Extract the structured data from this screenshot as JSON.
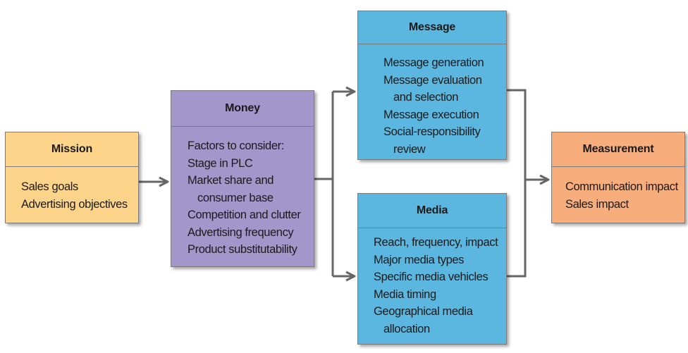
{
  "mission": {
    "title": "Mission",
    "items": [
      "Sales goals",
      "Advertising objectives"
    ]
  },
  "money": {
    "title": "Money",
    "items": [
      [
        "Factors to consider:"
      ],
      [
        "Stage in PLC"
      ],
      [
        "Market share and",
        "consumer base"
      ],
      [
        "Competition and clutter"
      ],
      [
        "Advertising frequency"
      ],
      [
        "Product substitutability"
      ]
    ]
  },
  "message": {
    "title": "Message",
    "items": [
      [
        "Message generation"
      ],
      [
        "Message evaluation",
        "and selection"
      ],
      [
        "Message execution"
      ],
      [
        "Social-responsibility",
        "review"
      ]
    ]
  },
  "media": {
    "title": "Media",
    "items": [
      [
        "Reach, frequency, impact"
      ],
      [
        "Major media types"
      ],
      [
        "Specific media vehicles"
      ],
      [
        "Media timing"
      ],
      [
        "Geographical media",
        "allocation"
      ]
    ]
  },
  "measurement": {
    "title": "Measurement",
    "items": [
      "Communication impact",
      "Sales impact"
    ]
  },
  "colors": {
    "mission": "#fdd48a",
    "money": "#a297cb",
    "message": "#5bb7df",
    "media": "#5bb7df",
    "measurement": "#f8ad7c",
    "connector": "#666666"
  }
}
